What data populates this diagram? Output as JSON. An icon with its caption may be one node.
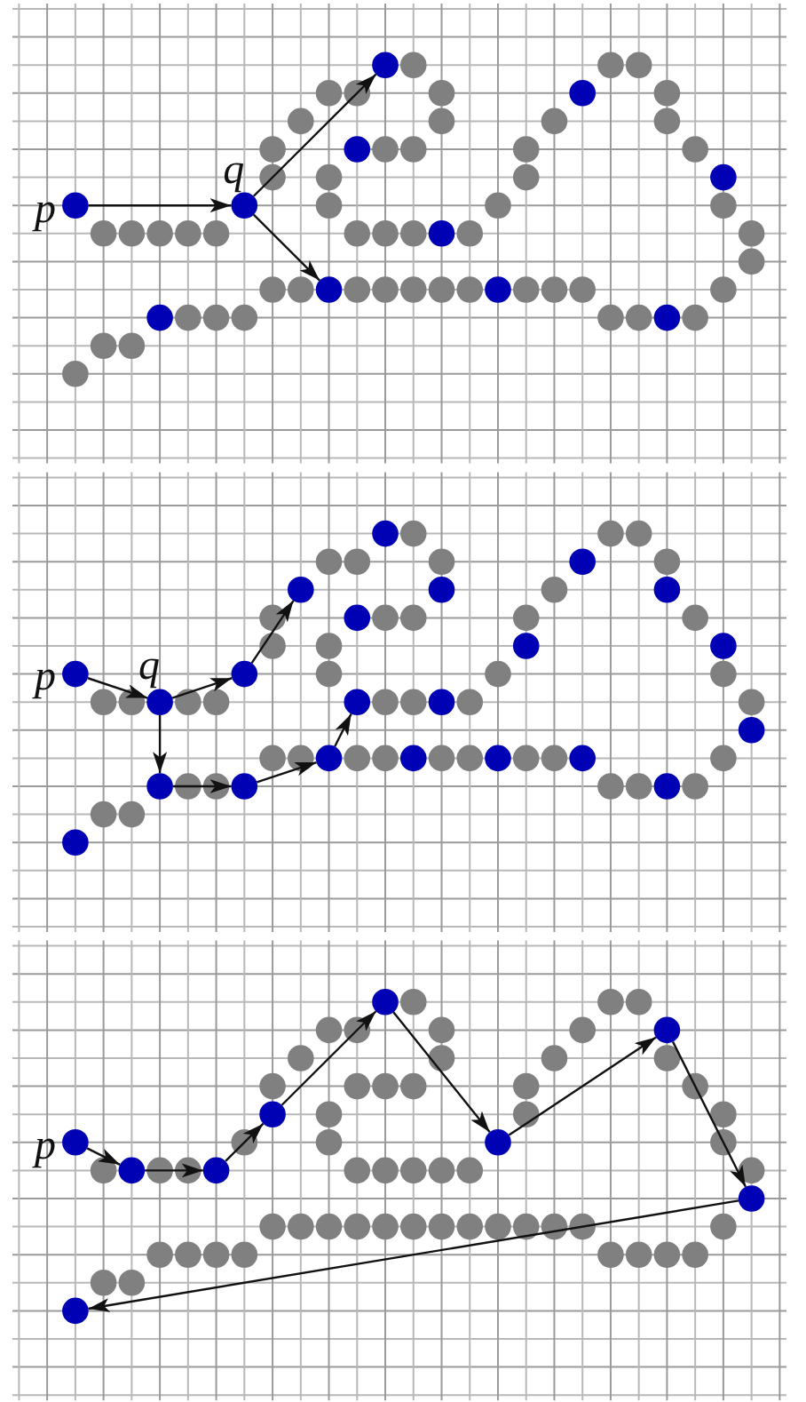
{
  "diagram": {
    "nodes": [
      {
        "text": [],
        "shape": "circle",
        "beside": [
          "p"
        ]
      },
      {
        "text": [],
        "shape": "circle",
        "beside": [
          "q"
        ]
      },
      {
        "text": [],
        "shape": "circle"
      },
      {
        "text": [],
        "shape": "circle"
      },
      {
        "text": [],
        "shape": "circle",
        "beside": [
          "p"
        ]
      },
      {
        "text": [],
        "shape": "circle",
        "beside": [
          "q"
        ]
      },
      {
        "text": [],
        "shape": "circle"
      },
      {
        "text": [],
        "shape": "circle"
      },
      {
        "text": [],
        "shape": "circle"
      },
      {
        "text": [],
        "shape": "circle"
      },
      {
        "text": [],
        "shape": "circle"
      },
      {
        "text": [],
        "shape": "circle"
      },
      {
        "text": [],
        "shape": "circle",
        "beside": [
          "p"
        ]
      },
      {
        "text": [],
        "shape": "circle"
      },
      {
        "text": [],
        "shape": "circle"
      },
      {
        "text": [],
        "shape": "circle"
      },
      {
        "text": [],
        "shape": "circle"
      },
      {
        "text": [],
        "shape": "circle"
      },
      {
        "text": [],
        "shape": "circle"
      },
      {
        "text": [],
        "shape": "circle"
      },
      {
        "text": [],
        "shape": "circle"
      },
      {
        "text": [],
        "shape": "circle"
      },
      {
        "text": [],
        "shape": "circle"
      },
      {
        "text": [],
        "shape": "circle"
      },
      {
        "text": [],
        "shape": "circle"
      },
      {
        "text": [],
        "shape": "circle"
      },
      {
        "text": [],
        "shape": "circle"
      },
      {
        "text": [],
        "shape": "circle"
      },
      {
        "text": [],
        "shape": "circle"
      },
      {
        "text": [],
        "shape": "circle"
      },
      {
        "text": [],
        "shape": "circle"
      },
      {
        "text": [],
        "shape": "circle"
      },
      {
        "text": [],
        "shape": "circle"
      },
      {
        "text": [],
        "shape": "circle"
      },
      {
        "text": [],
        "shape": "circle"
      },
      {
        "text": [],
        "shape": "circle"
      },
      {
        "text": [],
        "shape": "circle"
      },
      {
        "text": [],
        "shape": "circle"
      },
      {
        "text": [],
        "shape": "circle"
      },
      {
        "text": [],
        "shape": "circle"
      },
      {
        "text": [],
        "shape": "circle"
      },
      {
        "text": [],
        "shape": "circle"
      }
    ],
    "edges": [
      {
        "from": 0,
        "to": 1,
        "arrow": "to"
      },
      {
        "from": 1,
        "to": 2,
        "arrow": "to"
      },
      {
        "from": 1,
        "to": 3,
        "arrow": "to"
      },
      {
        "from": 4,
        "to": 5,
        "arrow": "to"
      },
      {
        "from": 5,
        "to": 6,
        "arrow": "to"
      },
      {
        "from": 6,
        "to": 7,
        "arrow": "to"
      },
      {
        "from": 5,
        "to": 8,
        "arrow": "to"
      },
      {
        "from": 8,
        "to": 9,
        "arrow": "to"
      },
      {
        "from": 9,
        "to": 10,
        "arrow": "to"
      },
      {
        "from": 10,
        "to": 11,
        "arrow": "to"
      },
      {
        "from": 12,
        "to": 13,
        "arrow": "to"
      },
      {
        "from": 13,
        "to": 14,
        "arrow": "to"
      },
      {
        "from": 14,
        "to": 15,
        "arrow": "to"
      },
      {
        "from": 15,
        "to": 16,
        "arrow": "to"
      },
      {
        "from": 16,
        "to": 17,
        "arrow": "to"
      },
      {
        "from": 17,
        "to": 18,
        "arrow": "to"
      },
      {
        "from": 18,
        "to": 19,
        "arrow": "to"
      },
      {
        "from": 19,
        "to": 20,
        "arrow": "to"
      }
    ]
  }
}
